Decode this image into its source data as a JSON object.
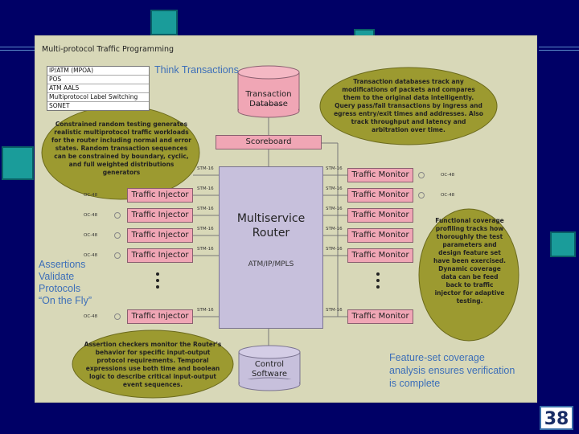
{
  "slide_title": "Multi-protocol Traffic Programming",
  "protocols": [
    "IP/ATM (MPOA)",
    "POS",
    "ATM AAL5",
    "Multiprotocol Label Switching",
    "SONET"
  ],
  "think_transactions": "Think Transactions",
  "database_label_1": "Transaction",
  "database_label_2": "Database",
  "cloud_database": "Transaction databases track any modifications of packets and compares them to the original data intelligently. Query pass/fail transactions by ingress and egress entry/exit times and addresses. Also track throughput and latency and arbitration over time.",
  "cloud_random": "Constrained random testing generates realistic multiprotocol traffic workloads for the router including normal and error states. Random transaction sequences can be constrained by boundary, cyclic, and full weighted distributions generators",
  "scoreboard": "Scoreboard",
  "router_line1": "Multiservice",
  "router_line2": "Router",
  "router_sub": "ATM/IP/MPLS",
  "injector_label": "Traffic Injector",
  "monitor_label": "Traffic Monitor",
  "stm_label": "STM-16",
  "oc_label": "OC-48",
  "cloud_functional": "Functional coverage profiling tracks how thoroughly the test parameters and design feature set have been exercised. Dynamic coverage data can be feed back to traffic injector for adaptive testing.",
  "assertions_1": "Assertions",
  "assertions_2": "Validate",
  "assertions_3": "Protocols",
  "assertions_4": "“On the Fly”",
  "cloud_assertion": "Assertion checkers monitor the Router's behavior for specific input-output protocol requirements. Temporal expressions use both time and boolean logic to describe critical input-output event sequences.",
  "control_1": "Control",
  "control_2": "Software",
  "feature_1": "Feature-set coverage",
  "feature_2": "analysis ensures verification",
  "feature_3": "is complete",
  "page_number": "38",
  "colors": {
    "background": "#000066",
    "panel": "#d8d8b8",
    "cloud": "#9c9a30",
    "pink": "#f0a6b5",
    "router": "#c7c0dc",
    "accent": "#3d6fb8"
  }
}
